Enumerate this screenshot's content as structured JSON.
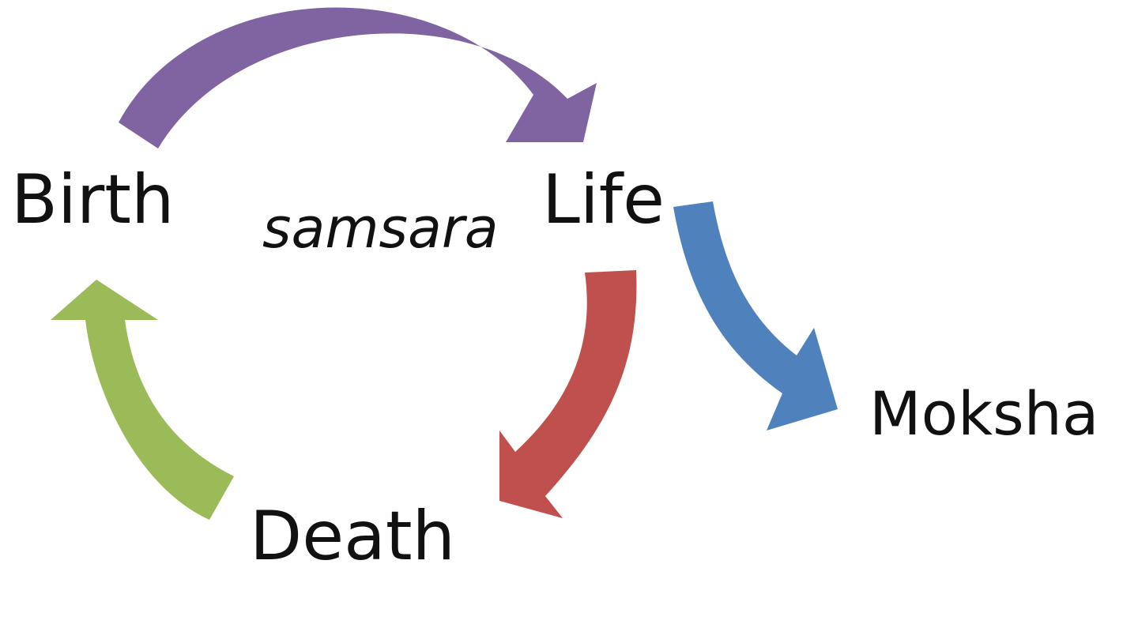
{
  "nodes": {
    "birth": "Birth",
    "life": "Life",
    "death": "Death",
    "moksha": "Moksha"
  },
  "cycle_label": "samsara",
  "colors": {
    "birth_to_life": "#8064a2",
    "life_to_death": "#c0504d",
    "death_to_birth": "#9bbb59",
    "life_to_moksha": "#4f81bd",
    "text": "#111111"
  }
}
